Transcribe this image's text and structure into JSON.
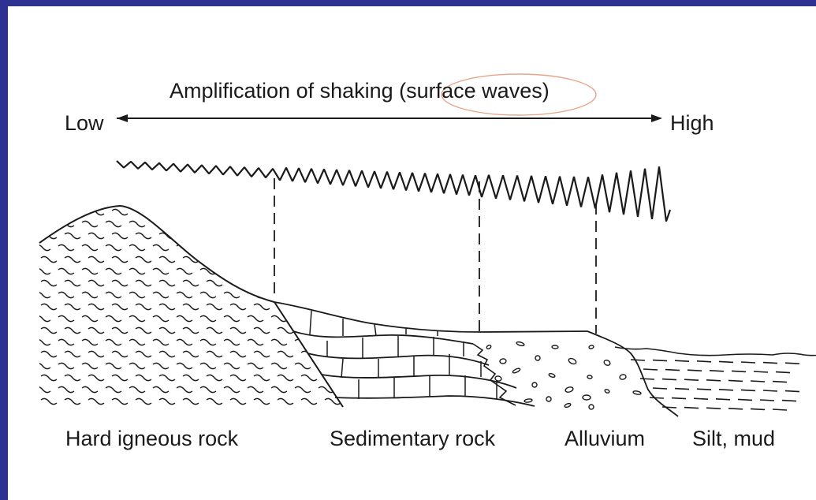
{
  "title": "Amplification of shaking (surface waves)",
  "axis": {
    "low_label": "Low",
    "high_label": "High"
  },
  "zones": [
    {
      "label": "Hard igneous rock"
    },
    {
      "label": "Sedimentary rock"
    },
    {
      "label": "Alluvium"
    },
    {
      "label": "Silt, mud"
    }
  ],
  "colors": {
    "frame": "#2e3192",
    "ink": "#1a1a1a",
    "paper": "#ffffff",
    "highlight": "#e8a58a"
  }
}
